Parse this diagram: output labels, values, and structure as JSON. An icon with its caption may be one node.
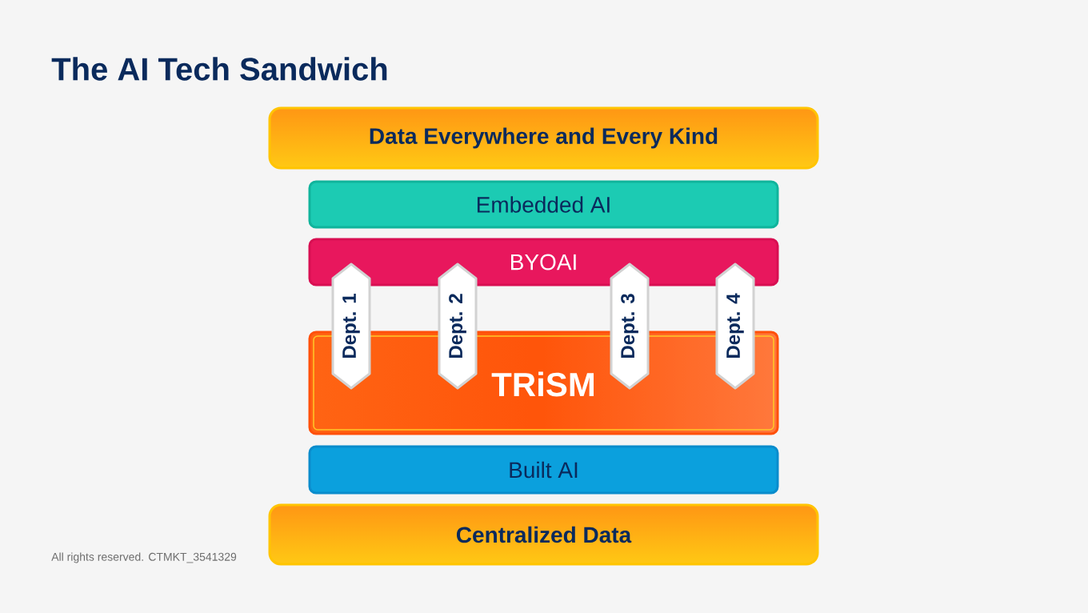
{
  "diagram": {
    "title": "The AI Tech Sandwich",
    "nodes": [
      {
        "text": [
          "Data Everywhere and Every Kind"
        ]
      },
      {
        "text": [
          "Embedded AI"
        ]
      },
      {
        "text": [
          "BYOAI"
        ]
      },
      {
        "text": [
          "TRiSM"
        ]
      },
      {
        "text": [
          "Dept. 1"
        ]
      },
      {
        "text": [
          "Dept. 2"
        ]
      },
      {
        "text": [
          "Dept. 3"
        ]
      },
      {
        "text": [
          "Dept. 4"
        ]
      },
      {
        "text": [
          "Built AI"
        ]
      },
      {
        "text": [
          "Centralized Data"
        ]
      }
    ],
    "labels": [
      "All rights reserved. CTMKT_3541329"
    ]
  }
}
